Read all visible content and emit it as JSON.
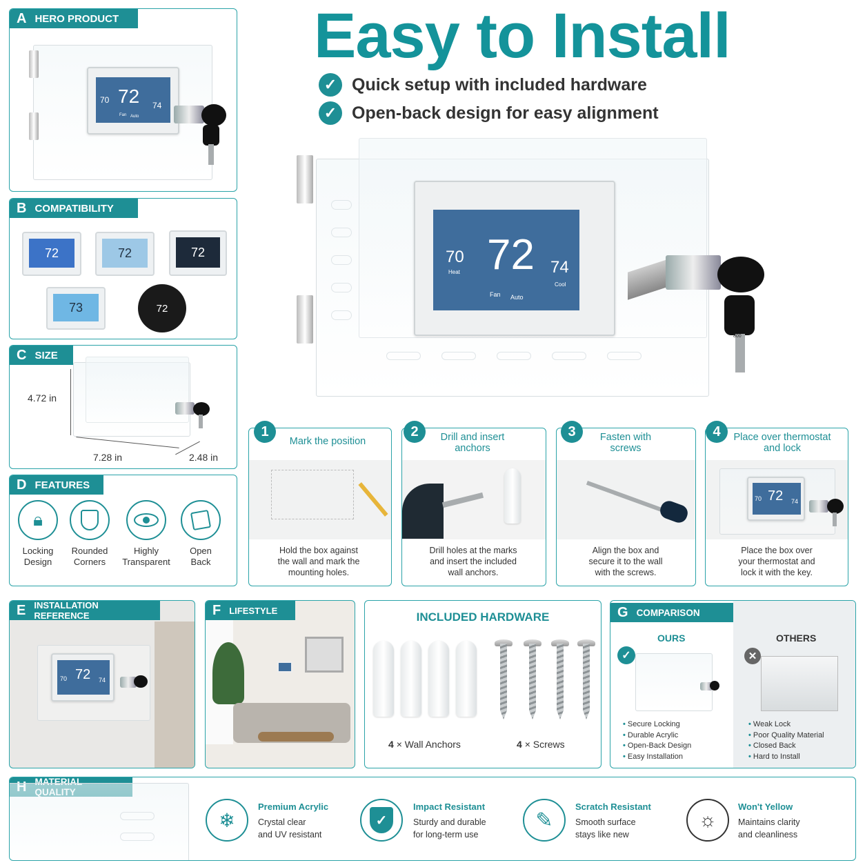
{
  "headline": "Easy to Install",
  "benefits": [
    "Quick setup with included hardware",
    "Open-back design for easy alignment"
  ],
  "hero_thermostat": {
    "left": "70",
    "left_label": "Heat",
    "center": "72",
    "right": "74",
    "right_label": "Cool",
    "mode1": "Fan",
    "mode2": "Auto"
  },
  "small_thermostat": {
    "left": "70",
    "center": "72",
    "right": "74",
    "mode1": "Fan",
    "mode2": "Auto"
  },
  "key_tag": "800",
  "sections": {
    "a": {
      "letter": "A",
      "label": "HERO PRODUCT"
    },
    "b": {
      "letter": "B",
      "label": "COMPATIBILITY"
    },
    "c": {
      "letter": "C",
      "label": "SIZE"
    },
    "d": {
      "letter": "D",
      "label": "FEATURES"
    },
    "e": {
      "letter": "E",
      "label": "INSTALLATION REFERENCE"
    },
    "f": {
      "letter": "F",
      "label": "LIFESTYLE"
    },
    "g": {
      "letter": "G",
      "label": "COMPARISON"
    },
    "h": {
      "letter": "H",
      "label": "MATERIAL QUALITY"
    }
  },
  "compat_temps": [
    "72",
    "72",
    "72",
    "73",
    "72"
  ],
  "size": {
    "height": "4.72 in",
    "width": "7.28 in",
    "depth": "2.48 in"
  },
  "features": [
    "Locking\nDesign",
    "Rounded\nCorners",
    "Highly\nTransparent",
    "Open\nBack"
  ],
  "steps": [
    {
      "num": "1",
      "title": "Mark the position",
      "desc": "Hold the box against\nthe wall and mark the\nmounting holes."
    },
    {
      "num": "2",
      "title": "Drill and insert\nanchors",
      "desc": "Drill holes at the marks\nand insert the included\nwall anchors."
    },
    {
      "num": "3",
      "title": "Fasten with\nscrews",
      "desc": "Align the box and\nsecure it to the wall\nwith the screws."
    },
    {
      "num": "4",
      "title": "Place over thermostat\nand lock",
      "desc": "Place the box over\nyour thermostat and\nlock it with the key."
    }
  ],
  "step4_temps": {
    "left": "70",
    "center": "72",
    "right": "74"
  },
  "install_ref_temps": {
    "left": "70",
    "center": "72",
    "right": "74"
  },
  "hardware": {
    "title": "INCLUDED HARDWARE",
    "anchors_count": "4",
    "anchors_label": "× Wall Anchors",
    "screws_count": "4",
    "screws_label": "× Screws"
  },
  "comparison": {
    "ours_title": "OURS",
    "ours": [
      "Secure Locking",
      "Durable Acrylic",
      "Open-Back Design",
      "Easy Installation"
    ],
    "others_title": "OTHERS",
    "others": [
      "Weak Lock",
      "Poor Quality Material",
      "Closed Back",
      "Hard to Install"
    ]
  },
  "material": [
    {
      "title": "Premium Acrylic",
      "desc": "Crystal clear\nand UV resistant"
    },
    {
      "title": "Impact Resistant",
      "desc": "Sturdy and durable\nfor long-term use"
    },
    {
      "title": "Scratch Resistant",
      "desc": "Smooth surface\nstays like new"
    },
    {
      "title": "Won't Yellow",
      "desc": "Maintains clarity\nand cleanliness"
    }
  ],
  "colors": {
    "accent": "#1e8f95",
    "headline": "#14939a",
    "screen": "#3f6d9c"
  }
}
